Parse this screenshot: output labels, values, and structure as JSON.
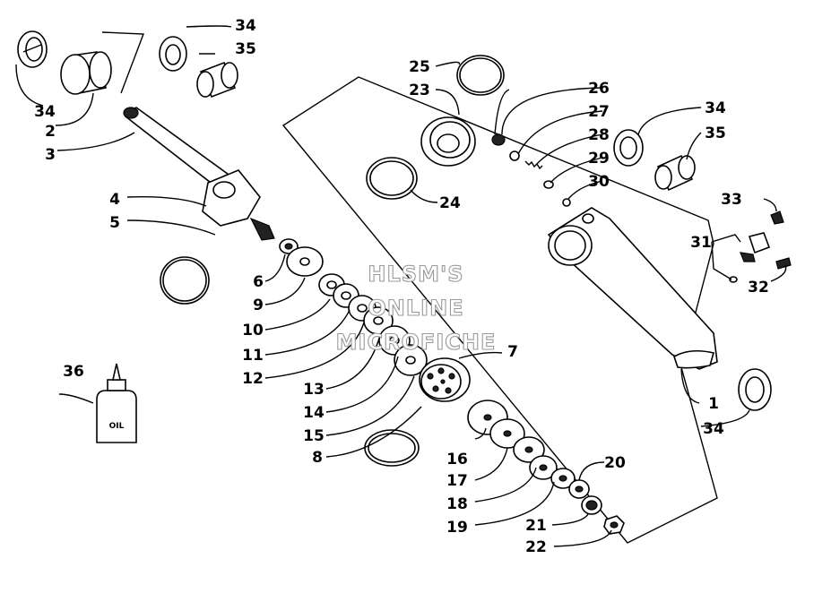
{
  "watermark": {
    "line1": "HLSM'S",
    "line2": "ONLINE",
    "line3": "MICROFICHE"
  },
  "bottle_label": "OIL",
  "callouts": [
    {
      "id": "34a",
      "text": "34"
    },
    {
      "id": "35a",
      "text": "35"
    },
    {
      "id": "34b",
      "text": "34"
    },
    {
      "id": "2",
      "text": "2"
    },
    {
      "id": "3",
      "text": "3"
    },
    {
      "id": "4",
      "text": "4"
    },
    {
      "id": "5",
      "text": "5"
    },
    {
      "id": "6",
      "text": "6"
    },
    {
      "id": "9",
      "text": "9"
    },
    {
      "id": "10",
      "text": "10"
    },
    {
      "id": "11",
      "text": "11"
    },
    {
      "id": "12",
      "text": "12"
    },
    {
      "id": "13",
      "text": "13"
    },
    {
      "id": "14",
      "text": "14"
    },
    {
      "id": "15",
      "text": "15"
    },
    {
      "id": "8",
      "text": "8"
    },
    {
      "id": "36",
      "text": "36"
    },
    {
      "id": "25",
      "text": "25"
    },
    {
      "id": "23",
      "text": "23"
    },
    {
      "id": "24",
      "text": "24"
    },
    {
      "id": "26a",
      "text": "26"
    },
    {
      "id": "27",
      "text": "27"
    },
    {
      "id": "28",
      "text": "28"
    },
    {
      "id": "29",
      "text": "29"
    },
    {
      "id": "30",
      "text": "30"
    },
    {
      "id": "34c",
      "text": "34"
    },
    {
      "id": "35b",
      "text": "35"
    },
    {
      "id": "33",
      "text": "33"
    },
    {
      "id": "31",
      "text": "31"
    },
    {
      "id": "32",
      "text": "32"
    },
    {
      "id": "1",
      "text": "1"
    },
    {
      "id": "34d",
      "text": "34"
    },
    {
      "id": "7",
      "text": "7"
    },
    {
      "id": "16",
      "text": "16"
    },
    {
      "id": "17",
      "text": "17"
    },
    {
      "id": "18",
      "text": "18"
    },
    {
      "id": "19",
      "text": "19"
    },
    {
      "id": "20",
      "text": "20"
    },
    {
      "id": "21",
      "text": "21"
    },
    {
      "id": "22",
      "text": "22"
    }
  ]
}
